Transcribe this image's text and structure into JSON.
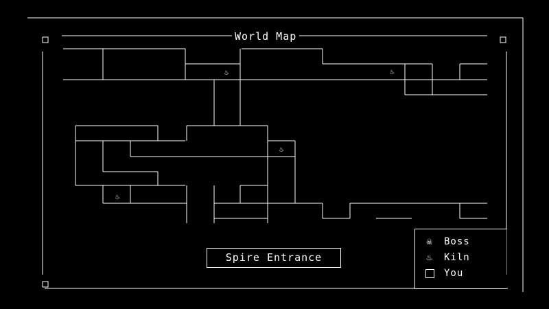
{
  "title": "World Map",
  "location": "Spire Entrance",
  "legend": [
    {
      "icon": "boss-icon",
      "glyph": "☠",
      "label": "Boss"
    },
    {
      "icon": "kiln-icon",
      "glyph": "♨",
      "label": "Kiln"
    },
    {
      "icon": "player-icon",
      "glyph": "□",
      "label": "You"
    }
  ],
  "map_markers": [
    {
      "type": "kiln",
      "glyph": "♨"
    },
    {
      "type": "kiln",
      "glyph": "♨"
    },
    {
      "type": "kiln",
      "glyph": "♨"
    },
    {
      "type": "kiln",
      "glyph": "♨"
    }
  ]
}
